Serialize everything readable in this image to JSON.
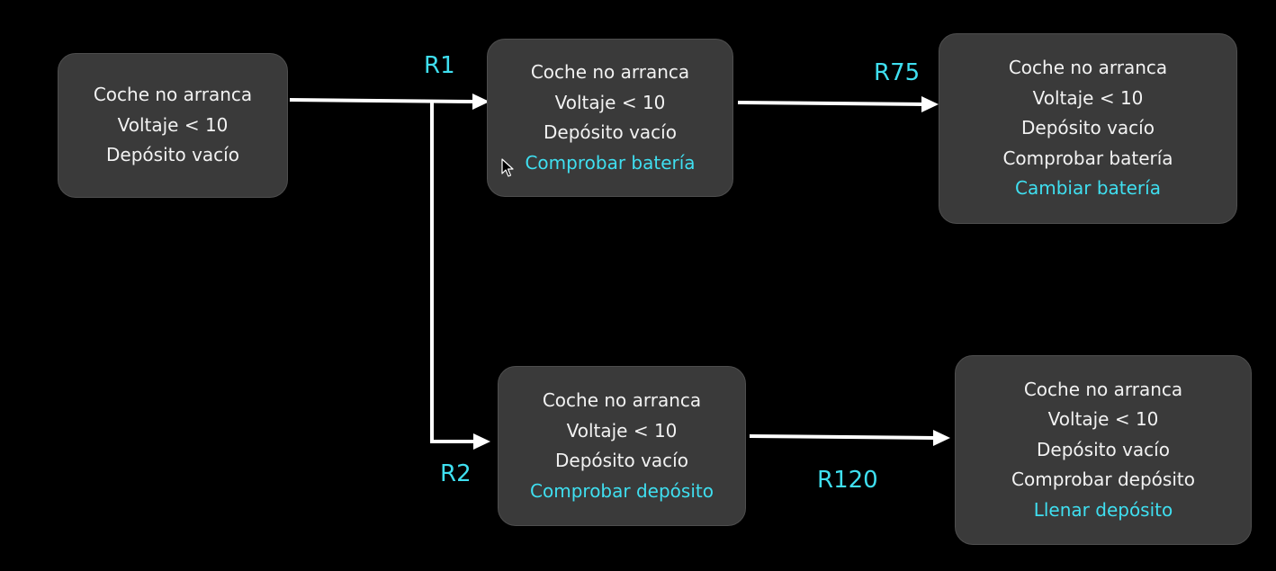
{
  "colors": {
    "background": "#000000",
    "node_fill": "#3a3a3a",
    "node_text": "#f2f2f2",
    "highlight": "#3fdff0",
    "arrow": "#ffffff"
  },
  "nodes": {
    "start": {
      "lines": [
        "Coche no arranca",
        "Voltaje < 10",
        "Depósito vacío"
      ]
    },
    "r1_result": {
      "lines": [
        "Coche no arranca",
        "Voltaje < 10",
        "Depósito vacío"
      ],
      "new_fact": "Comprobar batería"
    },
    "r75_result": {
      "lines": [
        "Coche no arranca",
        "Voltaje < 10",
        "Depósito vacío",
        "Comprobar batería"
      ],
      "new_fact": "Cambiar batería"
    },
    "r2_result": {
      "lines": [
        "Coche no arranca",
        "Voltaje < 10",
        "Depósito vacío"
      ],
      "new_fact": "Comprobar depósito"
    },
    "r120_result": {
      "lines": [
        "Coche no arranca",
        "Voltaje < 10",
        "Depósito vacío",
        "Comprobar depósito"
      ],
      "new_fact": "Llenar depósito"
    }
  },
  "rules": {
    "r1": "R1",
    "r75": "R75",
    "r2": "R2",
    "r120": "R120"
  },
  "icons": {
    "cursor": "mouse-pointer-icon"
  }
}
